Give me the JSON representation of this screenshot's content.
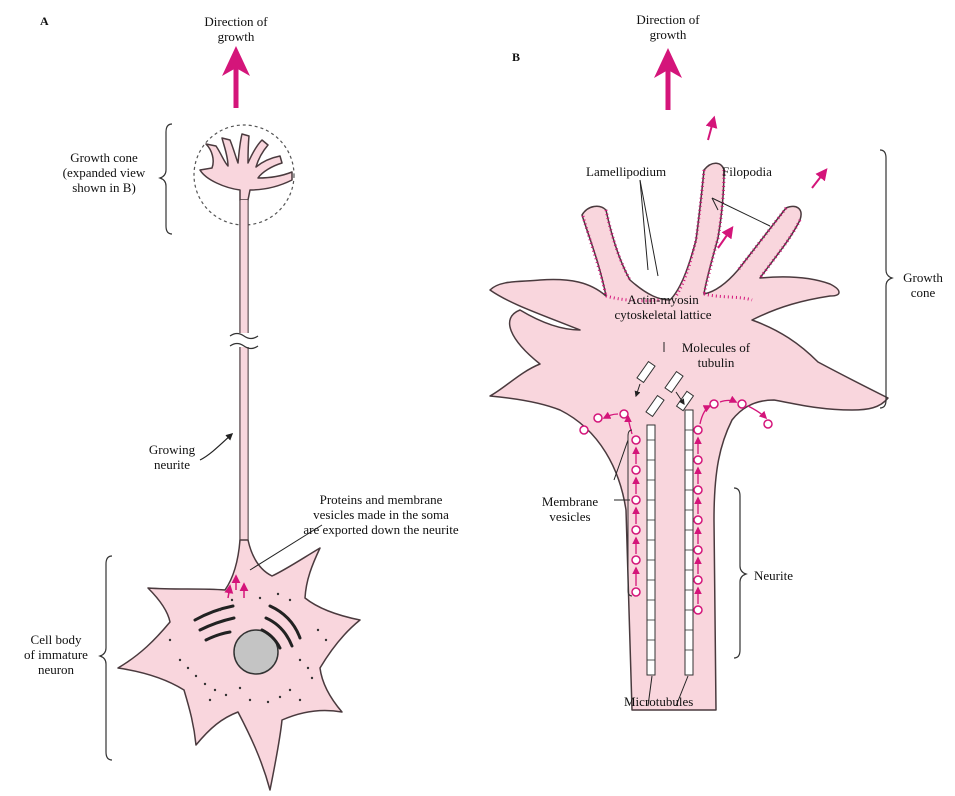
{
  "panel_a": {
    "letter": "A",
    "direction_line1": "Direction of",
    "direction_line2": "growth",
    "growth_cone_line1": "Growth cone",
    "growth_cone_line2": "(expanded view",
    "growth_cone_line3": "shown in B)",
    "neurite_line1": "Growing",
    "neurite_line2": "neurite",
    "export_line1": "Proteins and membrane",
    "export_line2": "vesicles made in the soma",
    "export_line3": "are exported down the neurite",
    "cell_line1": "Cell body",
    "cell_line2": "of immature",
    "cell_line3": "neuron"
  },
  "panel_b": {
    "letter": "B",
    "direction_line1": "Direction of",
    "direction_line2": "growth",
    "lamellipodium": "Lamellipodium",
    "filopodia": "Filopodia",
    "actin_line1": "Actin-myosin",
    "actin_line2": "cytoskeletal lattice",
    "growth_cone_line1": "Growth",
    "growth_cone_line2": "cone",
    "tubulin_line1": "Molecules of",
    "tubulin_line2": "tubulin",
    "vesicles_line1": "Membrane",
    "vesicles_line2": "vesicles",
    "neurite": "Neurite",
    "microtubules": "Microtubules"
  },
  "colors": {
    "cell_fill": "#f9d6dd",
    "outline": "#4a3a3e",
    "accent_magenta": "#d4157a",
    "nucleus": "#c4c4c4"
  }
}
